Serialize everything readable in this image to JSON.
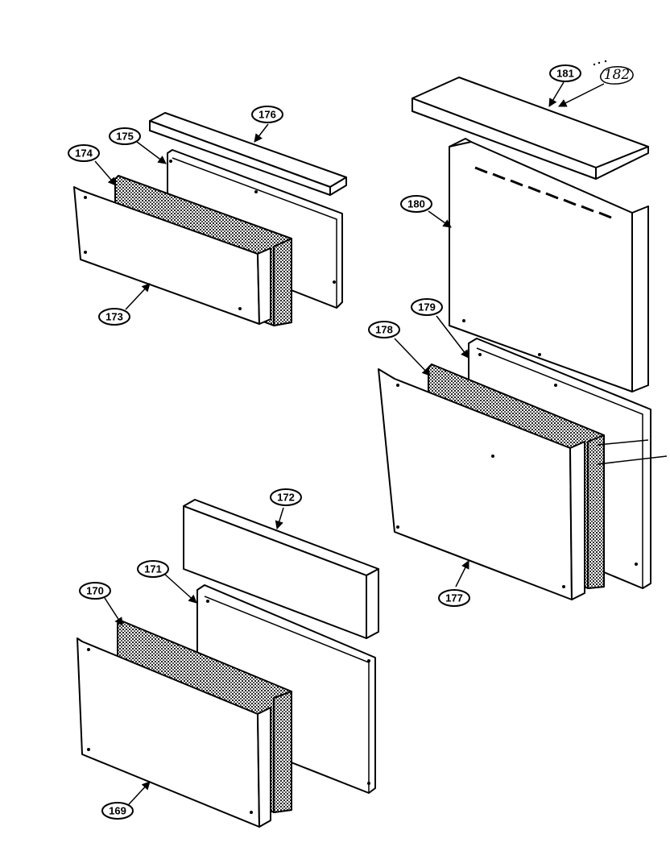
{
  "callouts": {
    "c169": "169",
    "c170": "170",
    "c171": "171",
    "c172": "172",
    "c173": "173",
    "c174": "174",
    "c175": "175",
    "c176": "176",
    "c177": "177",
    "c178": "178",
    "c179": "179",
    "c180": "180",
    "c181": "181",
    "c182": "182"
  }
}
